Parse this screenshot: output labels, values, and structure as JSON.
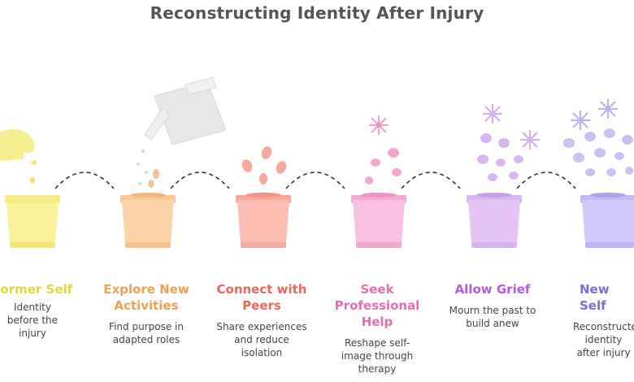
{
  "title": "Reconstructing Identity After Injury",
  "steps": [
    {
      "heading": "Former Self",
      "description": "Identity before the injury",
      "color": "#e2d43a",
      "pot_color": "#f8ef8c"
    },
    {
      "heading": "Explore New Activities",
      "description": "Find purpose in adapted roles",
      "color": "#f0a050",
      "pot_color": "#fdd3a8"
    },
    {
      "heading": "Connect with Peers",
      "description": "Share experiences and reduce isolation",
      "color": "#e9675a",
      "pot_color": "#fbbcb3"
    },
    {
      "heading": "Seek Professional Help",
      "description": "Reshape self-image through therapy",
      "color": "#e26fb5",
      "pot_color": "#f8bfe0"
    },
    {
      "heading": "Allow Grief",
      "description": "Mourn the past to build anew",
      "color": "#b35bdc",
      "pot_color": "#e5c4f5"
    },
    {
      "heading": "New Self",
      "description": "Reconstructed identity after injury",
      "color": "#7f6adb",
      "pot_color": "#cfc7f7"
    }
  ]
}
